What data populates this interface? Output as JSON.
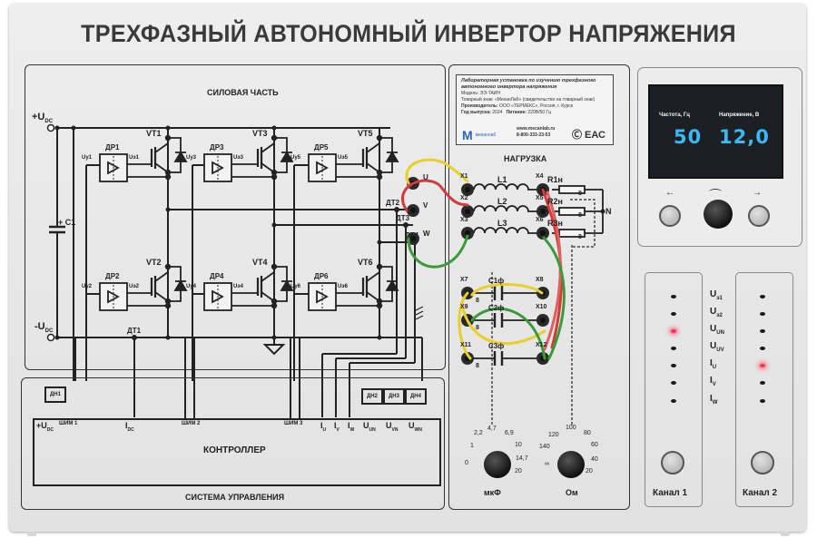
{
  "panel": {
    "title": "ТРЕХФАЗНЫЙ АВТОНОМНЫЙ ИНВЕРТОР НАПРЯЖЕНИЯ"
  },
  "power_section": {
    "title": "СИЛОВАЯ ЧАСТЬ",
    "udc_plus": "+U",
    "udc_minus": "-U",
    "udc_sub": "DC",
    "capacitor": "C1",
    "capacitor_polarity": "+",
    "drivers": [
      {
        "name": "ДР1",
        "in": "Uy1",
        "out": "Uэ1",
        "transistor": "VT1"
      },
      {
        "name": "ДР2",
        "in": "Uy2",
        "out": "Uэ2",
        "transistor": "VT2"
      },
      {
        "name": "ДР3",
        "in": "Uy3",
        "out": "Uэ3",
        "transistor": "VT3"
      },
      {
        "name": "ДР4",
        "in": "Uy4",
        "out": "Uэ4",
        "transistor": "VT4"
      },
      {
        "name": "ДР5",
        "in": "Uy5",
        "out": "Uэ5",
        "transistor": "VT5"
      },
      {
        "name": "ДР6",
        "in": "Uy6",
        "out": "Uэ6",
        "transistor": "VT6"
      }
    ],
    "current_sensors": [
      "ДТ1",
      "ДТ2",
      "ДТ3",
      "ДТ4"
    ],
    "outputs": [
      "U",
      "V",
      "W"
    ]
  },
  "control_section": {
    "title": "СИСТЕМА УПРАВЛЕНИЯ",
    "controller": "КОНТРОЛЛЕР",
    "voltage_sensors": [
      "ДН1",
      "ДН2",
      "ДН3",
      "ДН4"
    ],
    "inputs": [
      {
        "main": "+U",
        "sub": "DC"
      },
      {
        "main": "ШИМ 1",
        "sub": ""
      },
      {
        "main": "I",
        "sub": "DC"
      },
      {
        "main": "ШИМ 2",
        "sub": ""
      },
      {
        "main": "ШИМ 3",
        "sub": ""
      },
      {
        "main": "I",
        "sub": "U"
      },
      {
        "main": "I",
        "sub": "V"
      },
      {
        "main": "I",
        "sub": "W"
      },
      {
        "main": "U",
        "sub": "UN"
      },
      {
        "main": "U",
        "sub": "VN"
      },
      {
        "main": "U",
        "sub": "WN"
      }
    ]
  },
  "info_card": {
    "title_line1": "Лабораторная установка по изучению трехфазного",
    "title_line2": "автономного инвертора напряжения",
    "model_label": "Модель:",
    "model_value": "ЭЭ-ТАИН",
    "trademark_label": "Товарный знак:",
    "trademark_value": "«МеханЛаб» (свидетельство на товарный знак)",
    "manufacturer_label": "Производитель:",
    "manufacturer_value": "ООО «ТЕРМЕКС», Россия, г. Курск",
    "year_label": "Год выпуска:",
    "year_value": "2024",
    "power_label": "Питание:",
    "power_value": "220В/50 Гц",
    "brand": "меканлаб",
    "website": "www.mecanlab.ru",
    "phone": "8-800-333-23-53",
    "cert_marks": "ЕАС"
  },
  "load_section": {
    "title": "НАГРУЗКА",
    "terminals": [
      "X1",
      "X2",
      "X3",
      "X4",
      "X5",
      "X6",
      "X7",
      "X8",
      "X9",
      "X10",
      "X11",
      "X12"
    ],
    "inductors": [
      "L1",
      "L2",
      "L3"
    ],
    "resistors": [
      "R1н",
      "R2н",
      "R3н"
    ],
    "capacitors": [
      "C1ф",
      "C2ф",
      "C3ф"
    ],
    "neutral": "N",
    "ganged_mark": "8",
    "cap_dial": {
      "unit": "мкФ",
      "marks": [
        "0",
        "1",
        "2,2",
        "4,7",
        "6,9",
        "10",
        "14,7",
        "20"
      ],
      "selected": "0"
    },
    "res_dial": {
      "unit": "Ом",
      "marks": [
        "∞",
        "140",
        "120",
        "100",
        "80",
        "60",
        "40",
        "20"
      ],
      "selected": "20"
    }
  },
  "display": {
    "freq_label": "Частота, Гц",
    "freq_value": "50",
    "volt_label": "Напряжение, В",
    "volt_value": "12,0",
    "left_arrow": "←",
    "right_arrow": "→"
  },
  "channels": {
    "signals": [
      {
        "main": "U",
        "sub": "э1"
      },
      {
        "main": "U",
        "sub": "э2"
      },
      {
        "main": "U",
        "sub": "UN"
      },
      {
        "main": "U",
        "sub": "UV"
      },
      {
        "main": "I",
        "sub": "U"
      },
      {
        "main": "I",
        "sub": "V"
      },
      {
        "main": "I",
        "sub": "W"
      }
    ],
    "channel1": {
      "label": "Канал 1",
      "active_index": 2
    },
    "channel2": {
      "label": "Канал 2",
      "active_index": 4
    }
  },
  "colors": {
    "display_value": "#3cb8f2",
    "led_on": "#ff3355",
    "wire_yellow": "#e8cf2a",
    "wire_red": "#d33a3a",
    "wire_green": "#3a9a3a"
  }
}
